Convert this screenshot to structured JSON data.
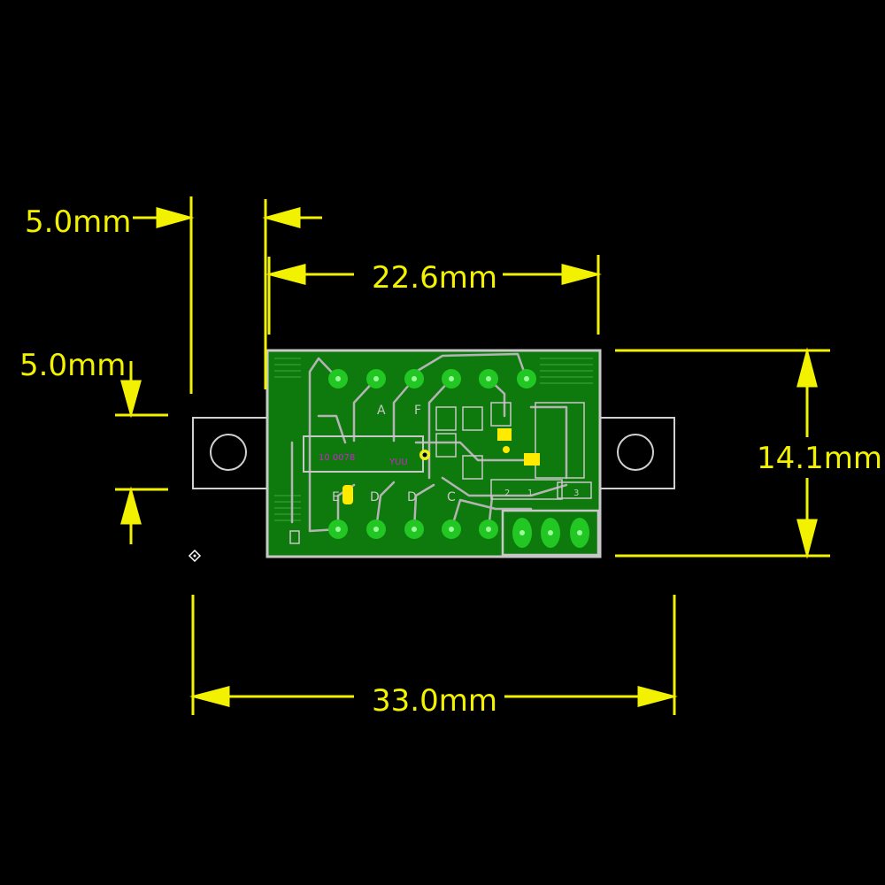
{
  "colors": {
    "background": "#000000",
    "dimension": "#f2f200",
    "board": "#0e7a0e",
    "board_dark": "#0a5e0a",
    "pad": "#23c723",
    "pad_hole": "#9cff9c",
    "trace": "#b4b4b4",
    "outline": "#c8c8c8",
    "tab_fill": "#000000",
    "tab_outline": "#d0d0d0",
    "smd_yellow": "#ffea00",
    "magenta": "#d020d0"
  },
  "dimensions": {
    "left_tab_width": "5.0mm",
    "tab_height": "5.0mm",
    "board_width": "22.6mm",
    "board_height": "14.1mm",
    "overall_width": "33.0mm"
  },
  "silkscreen": {
    "top_labels": [
      "A",
      "F"
    ],
    "bottom_labels": [
      "E",
      "D",
      "D",
      "C"
    ],
    "connector_labels": [
      "2",
      "1",
      "3"
    ]
  },
  "icons": {
    "mounting_hole": "circle-outline",
    "origin_marker": "diamond-dot"
  }
}
